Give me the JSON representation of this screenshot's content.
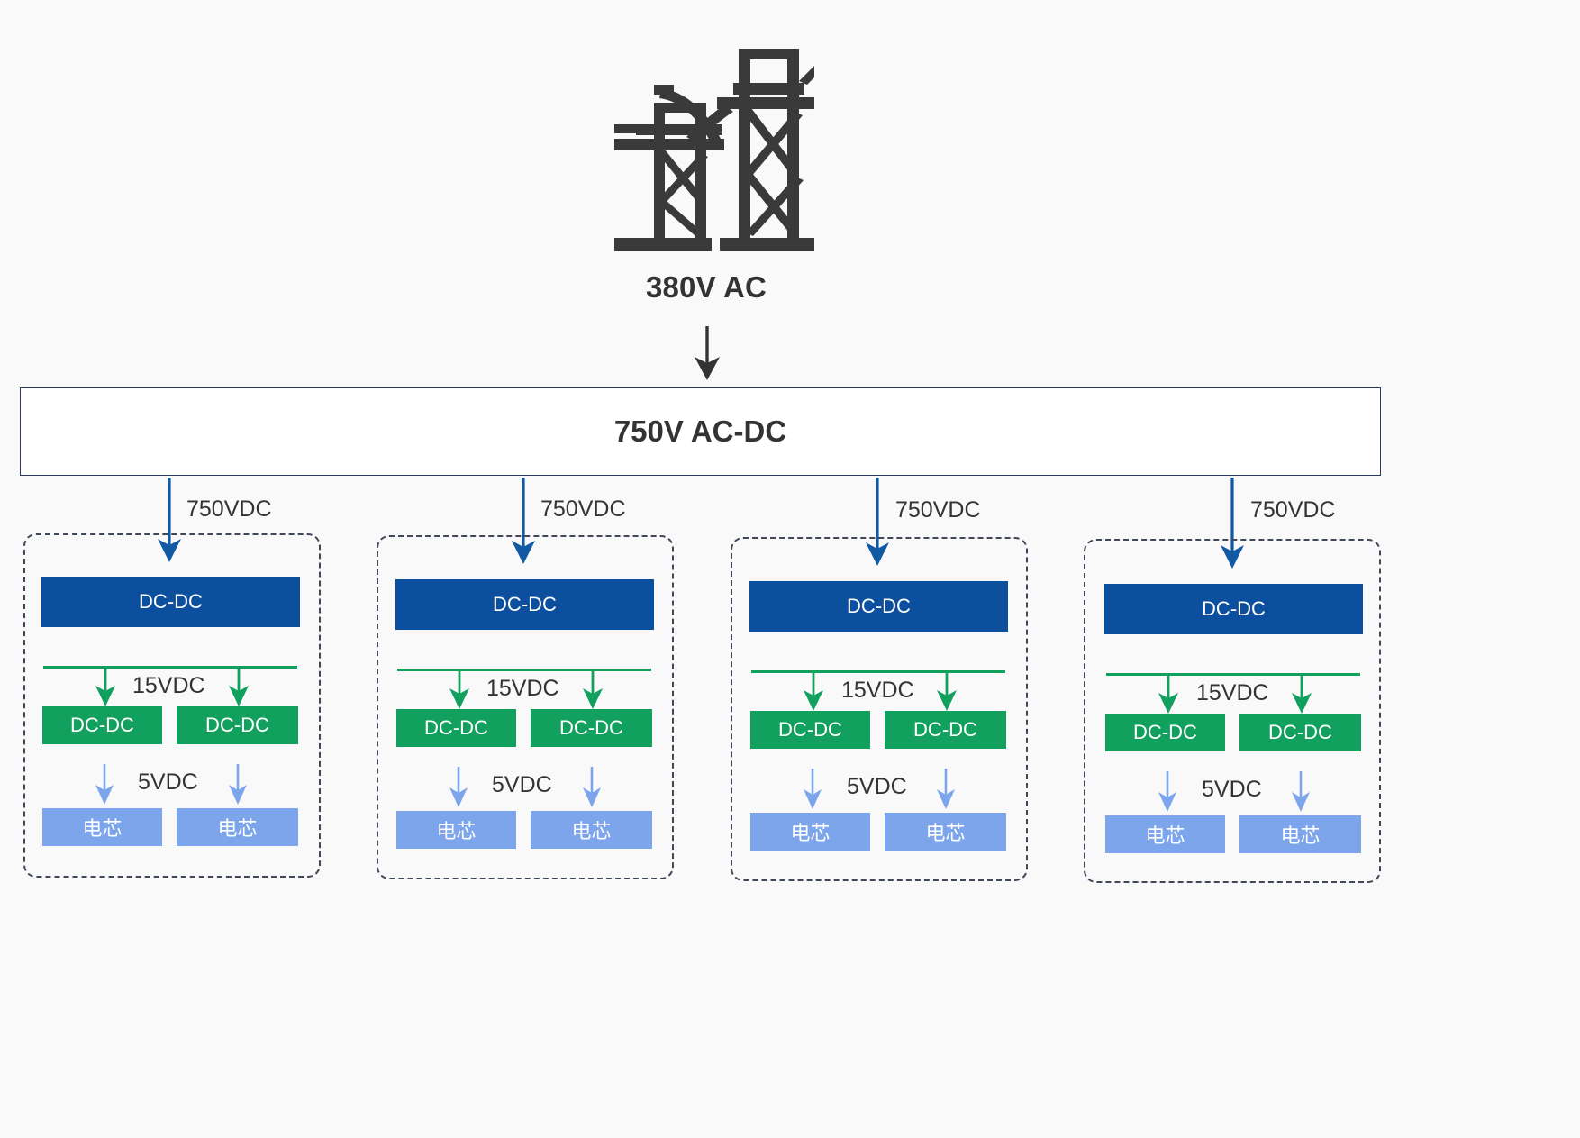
{
  "diagram": {
    "background_color": "#f9f9f9",
    "source": {
      "icon": "transmission-tower-icon",
      "label": "380V AC",
      "arrow_color": "#333333"
    },
    "converter_bar": {
      "label": "750V AC-DC",
      "border_color": "#2b3a63",
      "fill_color": "#ffffff"
    },
    "rail_labels": {
      "dc_bus": "750VDC",
      "intermediate": "15VDC",
      "load": "5VDC"
    },
    "colors": {
      "dc_bus_arrow": "#1159a3",
      "primary_box": "#0b4f9e",
      "green_box": "#12a05e",
      "green_arrow": "#12a05e",
      "cell_box": "#7da5ec",
      "cell_arrow": "#7da5ec",
      "group_border": "#3f4758",
      "text": "#333333"
    },
    "groups": [
      {
        "name": "rack-1",
        "input_label": "750VDC",
        "primary": {
          "label": "DC-DC"
        },
        "bus_label": "15VDC",
        "secondary": [
          {
            "label": "DC-DC"
          },
          {
            "label": "DC-DC"
          }
        ],
        "load_label": "5VDC",
        "cells": [
          {
            "label": "电芯"
          },
          {
            "label": "电芯"
          }
        ]
      },
      {
        "name": "rack-2",
        "input_label": "750VDC",
        "primary": {
          "label": "DC-DC"
        },
        "bus_label": "15VDC",
        "secondary": [
          {
            "label": "DC-DC"
          },
          {
            "label": "DC-DC"
          }
        ],
        "load_label": "5VDC",
        "cells": [
          {
            "label": "电芯"
          },
          {
            "label": "电芯"
          }
        ]
      },
      {
        "name": "rack-3",
        "input_label": "750VDC",
        "primary": {
          "label": "DC-DC"
        },
        "bus_label": "15VDC",
        "secondary": [
          {
            "label": "DC-DC"
          },
          {
            "label": "DC-DC"
          }
        ],
        "load_label": "5VDC",
        "cells": [
          {
            "label": "电芯"
          },
          {
            "label": "电芯"
          }
        ]
      },
      {
        "name": "rack-4",
        "input_label": "750VDC",
        "primary": {
          "label": "DC-DC"
        },
        "bus_label": "15VDC",
        "secondary": [
          {
            "label": "DC-DC"
          },
          {
            "label": "DC-DC"
          }
        ],
        "load_label": "5VDC",
        "cells": [
          {
            "label": "电芯"
          },
          {
            "label": "电芯"
          }
        ]
      }
    ]
  }
}
